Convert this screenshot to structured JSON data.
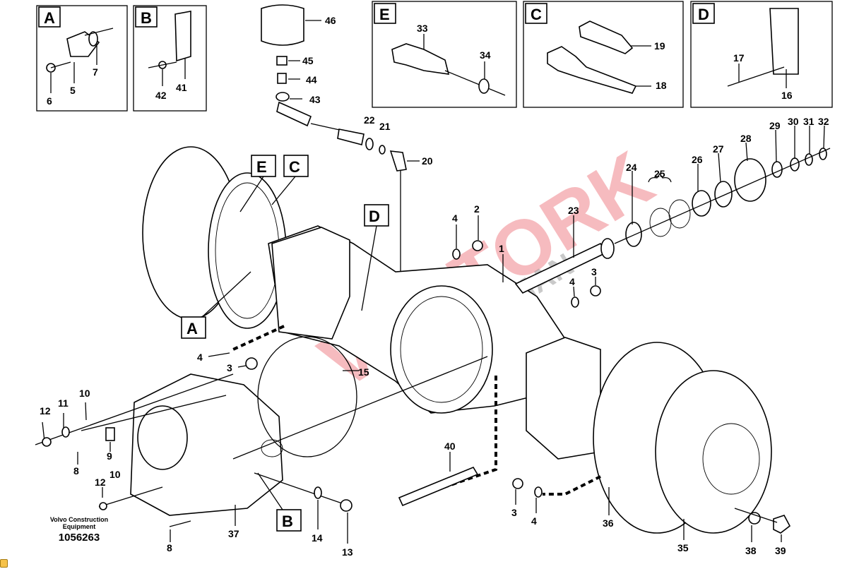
{
  "diagram": {
    "insets": {
      "A": "A",
      "B": "B",
      "C": "C",
      "D": "D",
      "E": "E"
    },
    "callout_boxes": {
      "E": "E",
      "C": "C",
      "D": "D",
      "A": "A",
      "B": "B"
    },
    "callouts": {
      "a6": "6",
      "a5": "5",
      "a7": "7",
      "b42": "42",
      "b41": "41",
      "c46": "46",
      "c45": "45",
      "c44": "44",
      "c43": "43",
      "e33": "33",
      "e34": "34",
      "c19": "19",
      "c18": "18",
      "d17": "17",
      "d16": "16",
      "c22": "22",
      "c21": "21",
      "c20": "20",
      "c32": "32",
      "c31": "31",
      "c30": "30",
      "c29": "29",
      "c28": "28",
      "c27": "27",
      "c26": "26",
      "c25": "25",
      "c24": "24",
      "c23": "23",
      "m4a": "4",
      "m2": "2",
      "m1": "1",
      "m3a": "3",
      "m4b": "4",
      "l4": "4",
      "l3": "3",
      "l15": "15",
      "l10a": "10",
      "l11": "11",
      "l12a": "12",
      "l9": "9",
      "l8a": "8",
      "l12b": "12",
      "l10b": "10",
      "l8b": "8",
      "l37": "37",
      "l14": "14",
      "l13": "13",
      "r40": "40",
      "r3": "3",
      "r4": "4",
      "r36": "36",
      "r35": "35",
      "r38": "38",
      "r39": "39"
    },
    "credit_line1": "Volvo Construction",
    "credit_line2": "Equipment",
    "document_number": "1056263",
    "watermark": "VOLTORK ŞANZIMAN"
  }
}
